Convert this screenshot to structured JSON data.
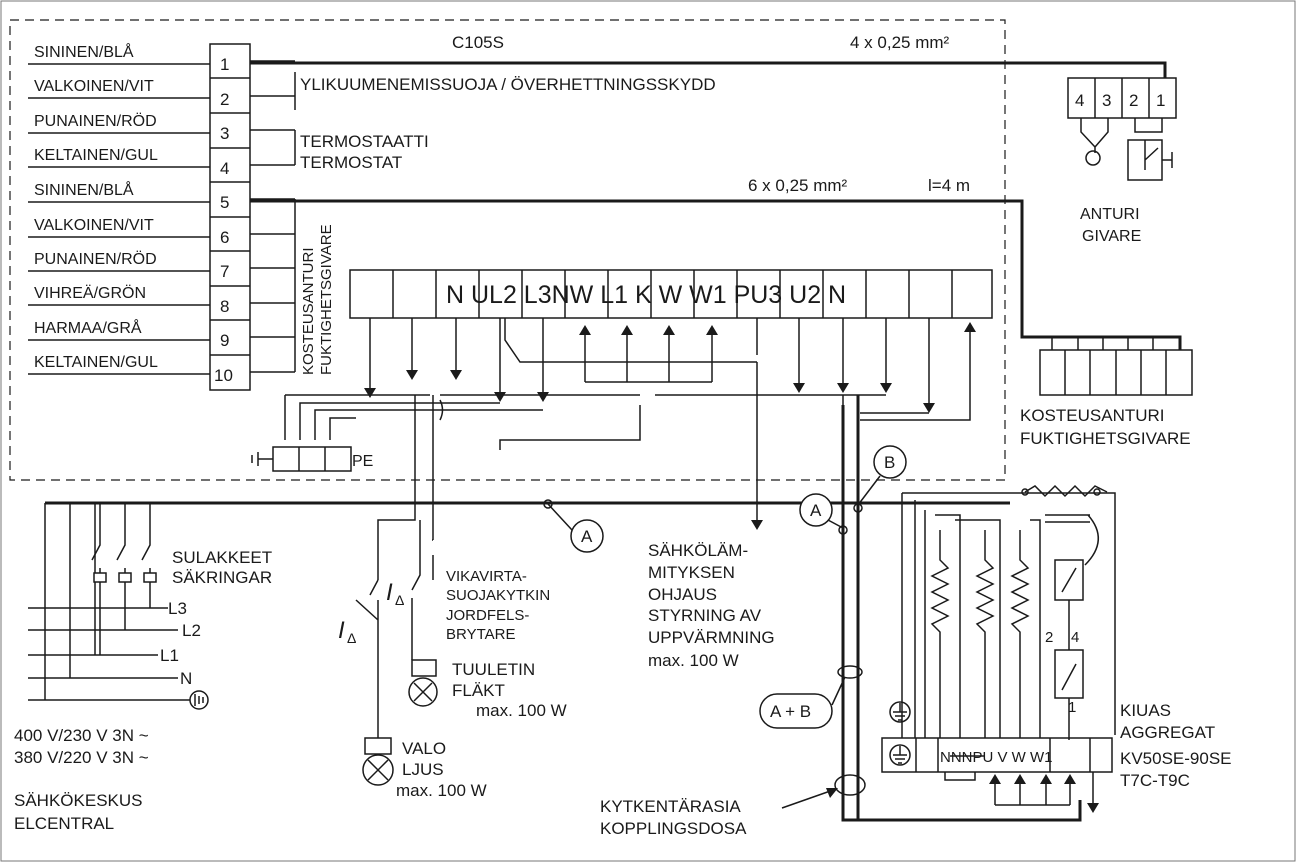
{
  "wire_labels": [
    "SININEN/BLÅ",
    "VALKOINEN/VIT",
    "PUNAINEN/RÖD",
    "KELTAINEN/GUL",
    "SININEN/BLÅ",
    "VALKOINEN/VIT",
    "PUNAINEN/RÖD",
    "VIHREÄ/GRÖN",
    "HARMAA/GRÅ",
    "KELTAINEN/GUL"
  ],
  "terminal_numbers": [
    "1",
    "2",
    "3",
    "4",
    "5",
    "6",
    "7",
    "8",
    "9",
    "10"
  ],
  "controller": {
    "model": "C105S",
    "overheat_label": "YLIKUUMENEMISSUOJA / ÖVERHETTNINGSSKYDD",
    "thermostat_fi": "TERMOSTAATTI",
    "thermostat_sv": "TERMOSTAT",
    "humidity_vertical_fi": "KOSTEUSANTURI",
    "humidity_vertical_sv": "FUKTIGHETSGIVARE",
    "cable_sensor": "4 x 0,25 mm²",
    "cable_humidity": "6 x 0,25 mm²",
    "cable_length": "l=4 m",
    "terminal_row_text": "N UL2 L3NW L1 K W W1 PU3 U2 N",
    "pe_label": "PE"
  },
  "sensor": {
    "terminals": [
      "4",
      "3",
      "2",
      "1"
    ],
    "label_fi": "ANTURI",
    "label_sv": "GIVARE"
  },
  "humidity_sensor": {
    "label_fi": "KOSTEUSANTURI",
    "label_sv": "FUKTIGHETSGIVARE"
  },
  "mains": {
    "fuses_fi": "SULAKKEET",
    "fuses_sv": "SÄKRINGAR",
    "lines": [
      "L3",
      "L2",
      "L1",
      "N"
    ],
    "voltage_1": "400 V/230 V 3N ~",
    "voltage_2": "380 V/220 V 3N ~",
    "panel_fi": "SÄHKÖKESKUS",
    "panel_sv": "ELCENTRAL"
  },
  "rcd": {
    "symbol": "I",
    "symbol_sub": "Δ",
    "line1": "VIKAVIRTA-",
    "line2": "SUOJAKYTKIN",
    "line3": "JORDFELS-",
    "line4": "BRYTARE"
  },
  "fan": {
    "label_fi": "TUULETIN",
    "label_sv": "FLÄKT",
    "power": "max. 100 W"
  },
  "light": {
    "label_fi": "VALO",
    "label_sv": "LJUS",
    "power": "max. 100 W"
  },
  "heating_control": {
    "line1": "SÄHKÖLÄM-",
    "line2": "MITYKSEN",
    "line3": "OHJAUS",
    "line4": "STYRNING AV",
    "line5": "UPPVÄRMNING",
    "power": "max. 100 W"
  },
  "cable_markers": {
    "a": "A",
    "b": "B",
    "ab": "A + B"
  },
  "junction_box": {
    "label_fi": "KYTKENTÄRASIA",
    "label_sv": "KOPPLINGSDOSA"
  },
  "heater": {
    "label_fi": "KIUAS",
    "label_sv": "AGGREGAT",
    "model_1": "KV50SE-90SE",
    "model_2": "T7C-T9C",
    "terminal_text": "NNNPU V W  W1",
    "relay_2": "2",
    "relay_4": "4",
    "relay_1": "1"
  }
}
